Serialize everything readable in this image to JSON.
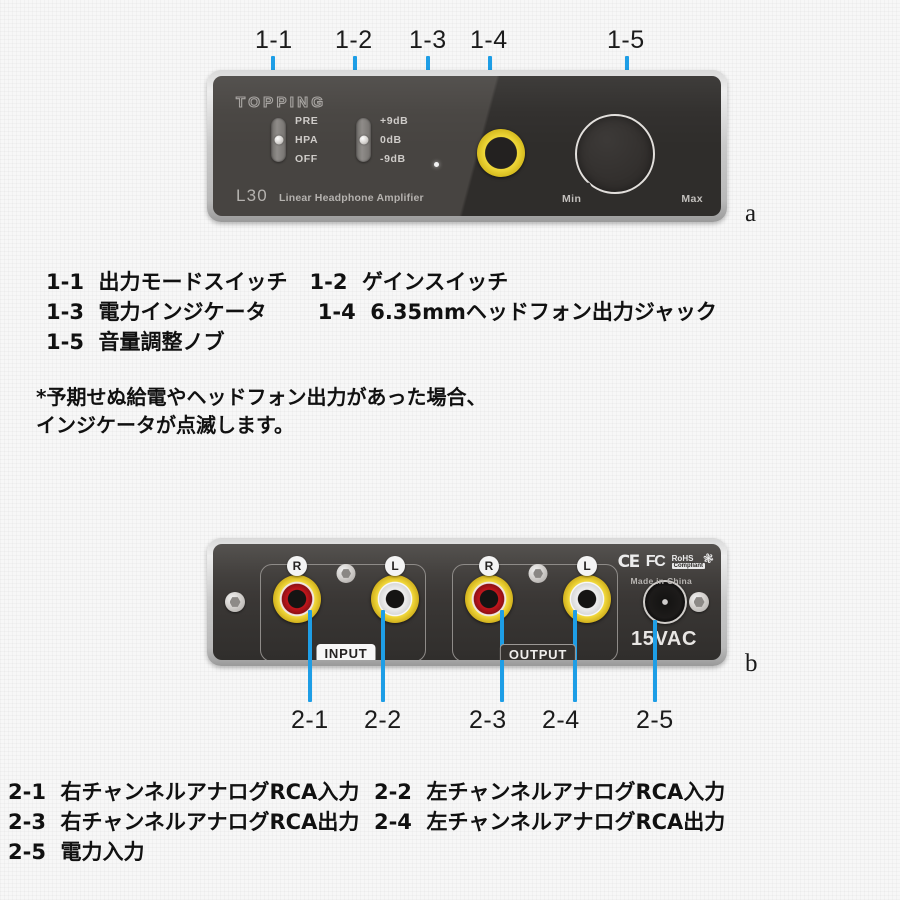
{
  "front_panel": {
    "figure_letter": "a",
    "brand": "TOPPING",
    "model": "L30",
    "model_desc": "Linear Headphone Amplifier",
    "mode_switch": {
      "top": "PRE",
      "middle": "HPA",
      "bottom": "OFF",
      "position": "middle"
    },
    "gain_switch": {
      "top": "+9dB",
      "middle": "0dB",
      "bottom": "-9dB",
      "position": "middle"
    },
    "volume_min": "Min",
    "volume_max": "Max",
    "callouts": [
      {
        "id": "1-1",
        "label": "1-1"
      },
      {
        "id": "1-2",
        "label": "1-2"
      },
      {
        "id": "1-3",
        "label": "1-3"
      },
      {
        "id": "1-4",
        "label": "1-4"
      },
      {
        "id": "1-5",
        "label": "1-5"
      }
    ]
  },
  "front_legend": {
    "lines": [
      "1-1  出力モードスイッチ   1-2  ゲインスイッチ",
      "1-3  電力インジケータ       1-4  6.35mmヘッドフォン出力ジャック",
      "1-5  音量調整ノブ"
    ],
    "note": [
      "*予期せぬ給電やヘッドフォン出力があった場合、",
      "インジケータが点滅します。"
    ]
  },
  "rear_panel": {
    "figure_letter": "b",
    "input_label": "INPUT",
    "output_label": "OUTPUT",
    "input_right": "R",
    "input_left": "L",
    "output_right": "R",
    "output_left": "L",
    "power_label": "15VAC",
    "certifications": {
      "ce": "CE",
      "fcc": "FC",
      "rohs_top": "RoHS",
      "rohs_bottom": "Compliant",
      "made_in": "Made in China"
    },
    "callouts": [
      {
        "id": "2-1",
        "label": "2-1"
      },
      {
        "id": "2-2",
        "label": "2-2"
      },
      {
        "id": "2-3",
        "label": "2-3"
      },
      {
        "id": "2-4",
        "label": "2-4"
      },
      {
        "id": "2-5",
        "label": "2-5"
      }
    ]
  },
  "rear_legend": {
    "lines": [
      "2-1  右チャンネルアナログRCA入力  2-2  左チャンネルアナログRCA入力",
      "2-3  右チャンネルアナログRCA出力  2-4  左チャンネルアナログRCA出力",
      "2-5  電力入力"
    ]
  },
  "colors": {
    "callout_blue": "#1e9ee6",
    "jack_gold": "#f0d93a",
    "rca_red": "#c3161c",
    "rca_white": "#efefef",
    "chassis_dark": "#3a3734",
    "chassis_silver": "#c9c9c9"
  }
}
